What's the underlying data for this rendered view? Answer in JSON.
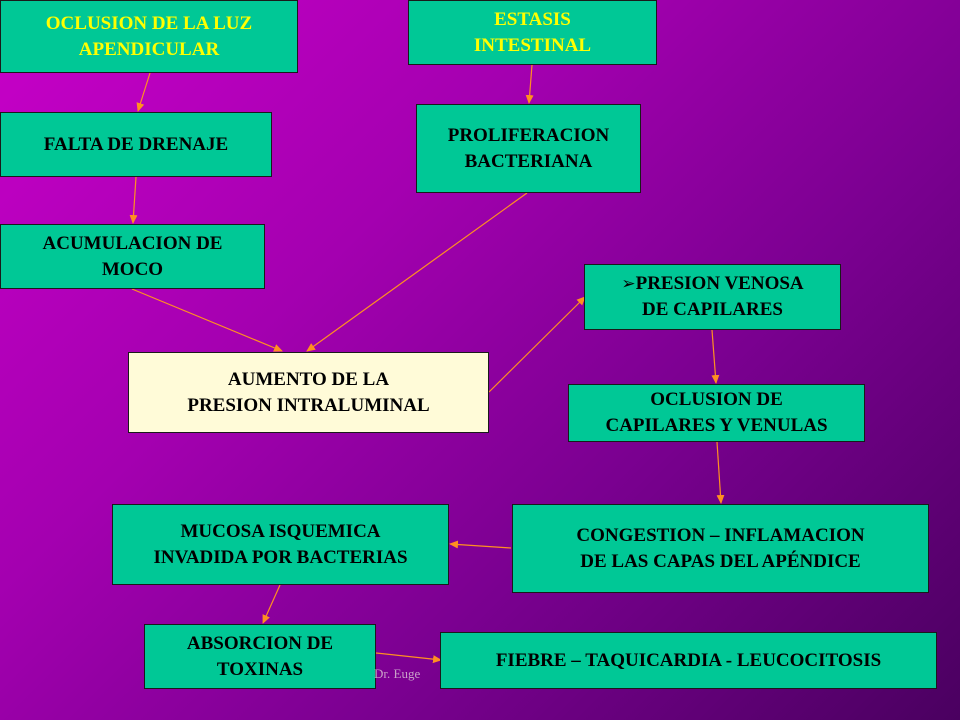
{
  "colors": {
    "box_fill": "#00c896",
    "center_fill": "#fffbd8",
    "arrow": "#ff9020",
    "title_text": "#ffff00"
  },
  "nodes": {
    "oclusion_luz": [
      "OCLUSION DE LA LUZ",
      "APENDICULAR"
    ],
    "estasis": [
      "ESTASIS",
      "INTESTINAL"
    ],
    "falta_drenaje": [
      "FALTA DE DRENAJE"
    ],
    "proliferacion": [
      "PROLIFERACION",
      "BACTERIANA"
    ],
    "acumulacion": [
      "ACUMULACION DE",
      "MOCO"
    ],
    "presion_venosa": [
      "PRESION VENOSA",
      "DE CAPILARES"
    ],
    "aumento_presion": [
      "AUMENTO DE LA",
      "PRESION INTRALUMINAL"
    ],
    "oclusion_capilares": [
      "OCLUSION DE",
      "CAPILARES Y VENULAS"
    ],
    "mucosa": [
      "MUCOSA ISQUEMICA",
      "INVADIDA POR BACTERIAS"
    ],
    "congestion": [
      "CONGESTION – INFLAMACION",
      "DE LAS CAPAS DEL APÉNDICE"
    ],
    "absorcion": [
      "ABSORCION DE",
      "TOXINAS"
    ],
    "fiebre": [
      "FIEBRE – TAQUICARDIA - LEUCOCITOSIS"
    ]
  },
  "bullet_symbol": "➢",
  "footer_text": "Dr. Euge"
}
